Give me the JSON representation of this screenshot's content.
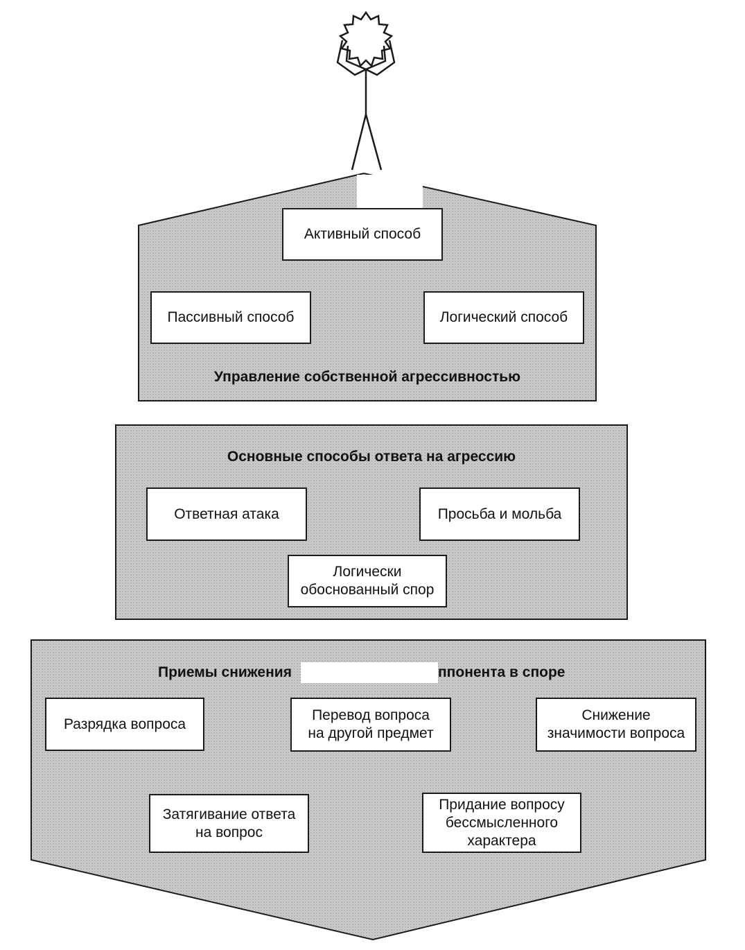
{
  "colors": {
    "panel_fill": "#c9c9c9",
    "box_fill": "#ffffff",
    "stroke": "#1a1a1a"
  },
  "figure": {
    "icon": "stick-figure-with-sun-head-icon"
  },
  "panels": {
    "top": {
      "title": "Управление собственной агрессивностью",
      "boxes": {
        "active": "Активный способ",
        "passive": "Пассивный способ",
        "logical": "Логический способ"
      }
    },
    "middle": {
      "title": "Основные способы ответа на агрессию",
      "boxes": {
        "counterattack": "Ответная атака",
        "plea": "Просьба и мольба",
        "logical_dispute": "Логически\nобоснованный спор"
      }
    },
    "bottom": {
      "title_left": "Приемы снижения",
      "title_right": "ппонента в споре",
      "boxes": {
        "discharge": "Разрядка вопроса",
        "transfer": "Перевод вопроса\nна другой предмет",
        "reduce": "Снижение\nзначимости вопроса",
        "delay": "Затягивание ответа\nна вопрос",
        "meaningless": "Придание вопросу\nбессмысленного\nхарактера"
      }
    }
  }
}
